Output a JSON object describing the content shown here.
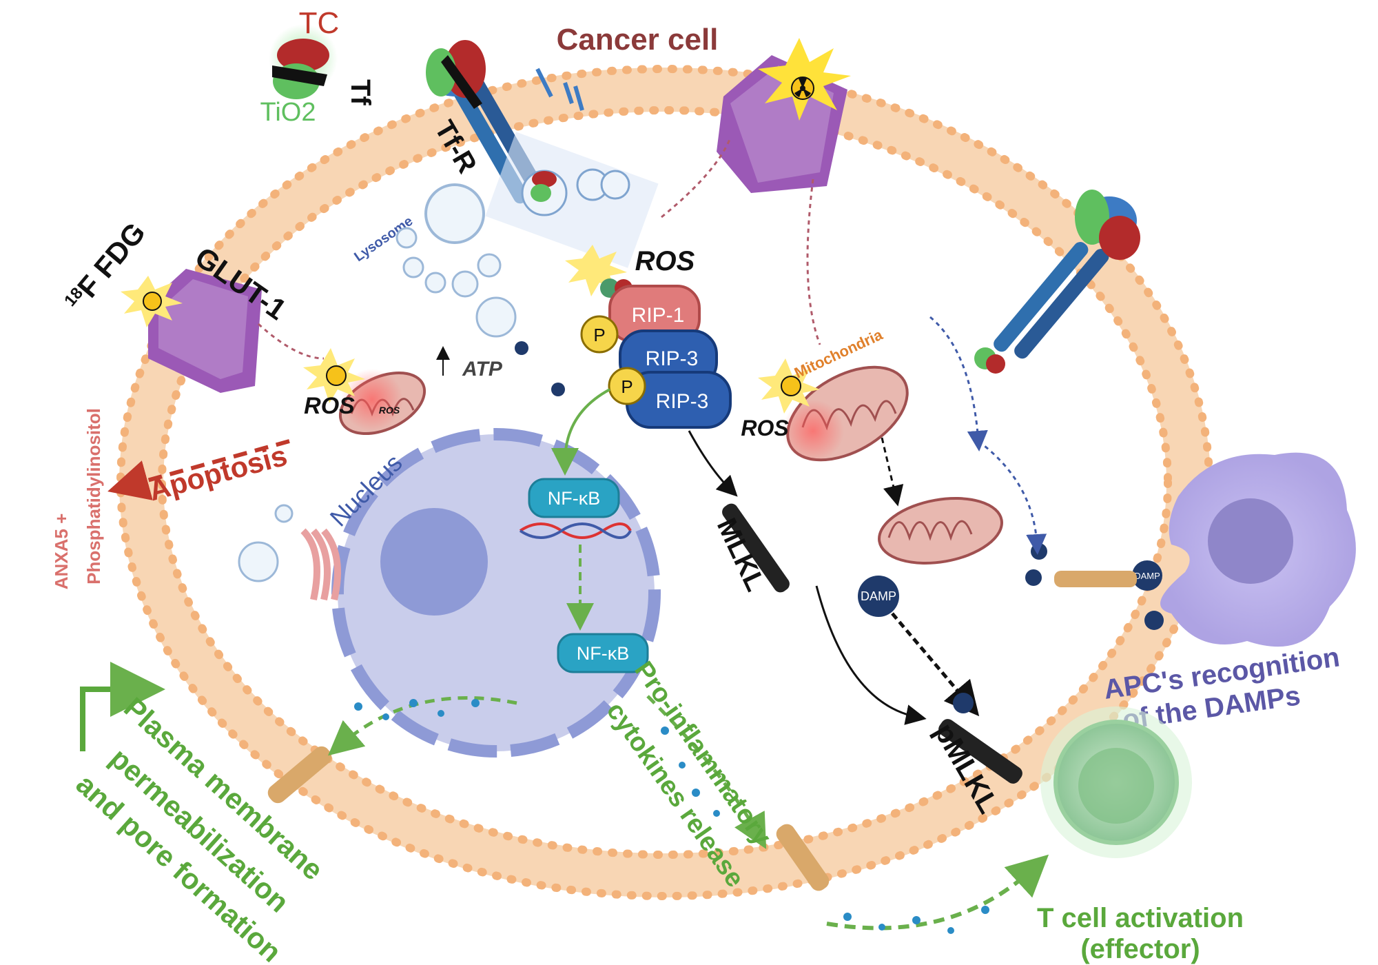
{
  "title": "Cancer cell",
  "labels": {
    "tc": "TC",
    "tf": "Tf",
    "tio2": "TiO2",
    "tfr": "Tf-R",
    "fdg": "18F FDG",
    "fdg_sup": "18",
    "fdg_main": "F FDG",
    "glut1": "GLUT-1",
    "anxa5_line1": "ANXA5 +",
    "anxa5_line2": "Phosphatidylinositol",
    "apoptosis": "Apoptosis",
    "lysosome": "Lysosome",
    "nucleus": "Nucleus",
    "ros_main": "ROS",
    "ros_left": "ROS",
    "ros_right": "ROS",
    "ros_small": "ROS",
    "atp": "ATP",
    "p": "P",
    "rip1": "RIP-1",
    "rip3_a": "RIP-3",
    "rip3_b": "RIP-3",
    "nfkb_top": "NF-κB",
    "nfkb_bottom": "NF-κB",
    "mlkl": "MLKL",
    "pmlkl": "pMLKL",
    "mitochondria": "Mitochondria",
    "damp": "DAMP",
    "apc_line1": "APC's recognition",
    "apc_line2": "of the DAMPs",
    "tcell_line1": "T cell activation",
    "tcell_line2": "(effector)",
    "cyto_line1": "Pro-inflammatory",
    "cyto_line2": "cytokines release",
    "pm_line1": "Plasma membrane",
    "pm_line2": "permeabilization",
    "pm_line3": "and pore formation"
  },
  "colors": {
    "membrane": "#f6c89a",
    "membrane_head": "#f3b27a",
    "title": "#8b3a3a",
    "apoptosis": "#c0392b",
    "green_text": "#5aa83c",
    "purple_text": "#5b57a6",
    "rip1": "#e07b7b",
    "rip3": "#2e5fb0",
    "nfkb": "#2aa3c4",
    "nucleus": "#c9cdeb",
    "nucleolus": "#8e9ad6",
    "damp": "#1f3a6b",
    "tcell": "#9fd3a6",
    "apc": "#b7aee6"
  },
  "icons": [
    "radiation-icon",
    "dna-icon",
    "lysosome-icon",
    "mitochondria-icon",
    "golgi-icon"
  ]
}
